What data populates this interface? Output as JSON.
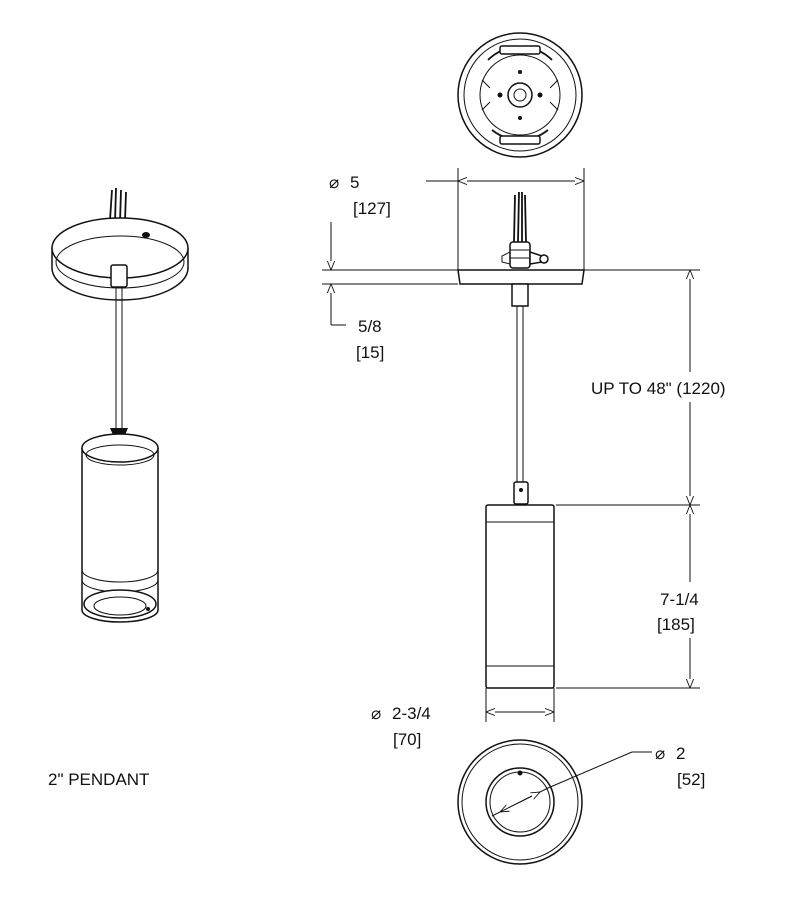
{
  "title": "2\" PENDANT",
  "dimensions": {
    "canopy_diameter": {
      "imperial": "5",
      "metric": "[127]"
    },
    "canopy_height": {
      "imperial": "5/8",
      "metric": "[15]"
    },
    "drop_length": {
      "text": "UP TO 48\" (1220)"
    },
    "cylinder_height": {
      "imperial": "7-1/4",
      "metric": "[185]"
    },
    "cylinder_diameter": {
      "imperial": "2-3/4",
      "metric": "[70]"
    },
    "aperture_diameter": {
      "imperial": "2",
      "metric": "[52]"
    }
  },
  "symbols": {
    "diameter": "⌀"
  }
}
